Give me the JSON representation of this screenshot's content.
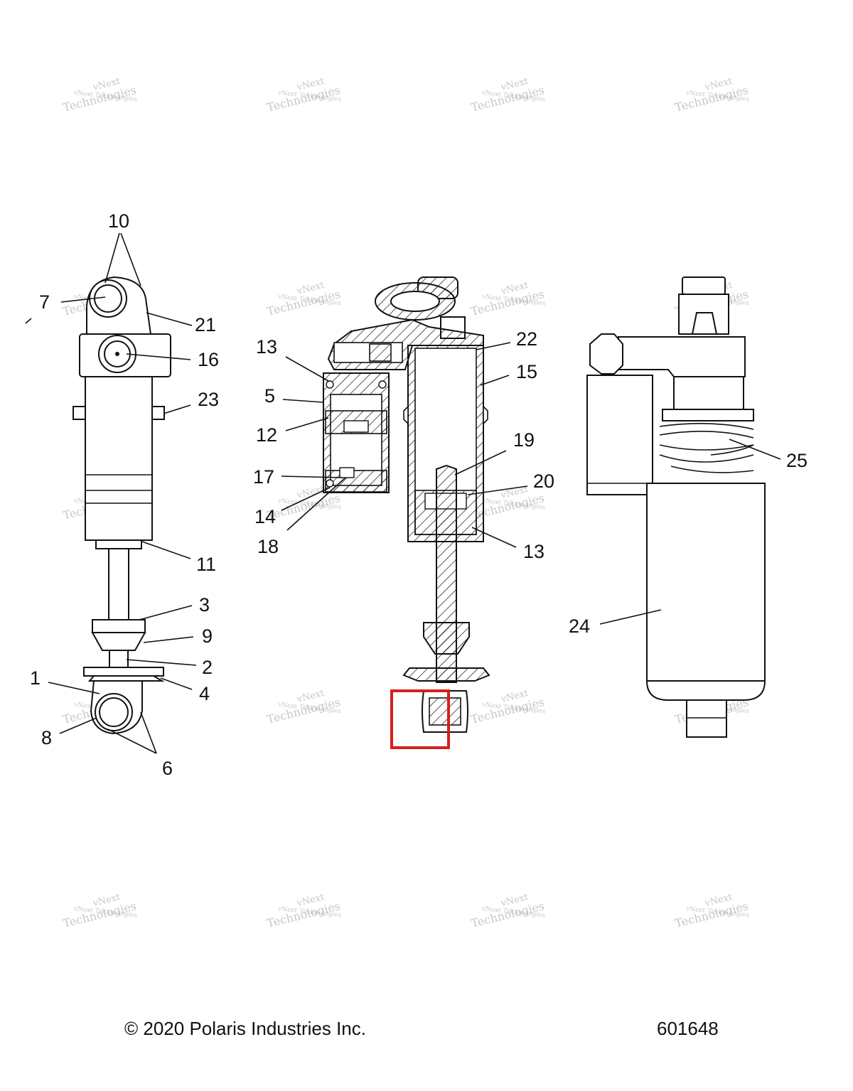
{
  "callouts": {
    "n1": "1",
    "n2": "2",
    "n3": "3",
    "n4": "4",
    "n5": "5",
    "n6": "6",
    "n7": "7",
    "n8": "8",
    "n9": "9",
    "n10": "10",
    "n11": "11",
    "n12": "12",
    "n13a": "13",
    "n13b": "13",
    "n14": "14",
    "n15": "15",
    "n16": "16",
    "n17": "17",
    "n18": "18",
    "n19": "19",
    "n20": "20",
    "n21": "21",
    "n22": "22",
    "n23": "23",
    "n24": "24",
    "n25": "25"
  },
  "watermark": {
    "line1": "vNext Technologies",
    "line2": "Technologies",
    "line3": "vNext"
  },
  "footer": {
    "copyright": "© 2020 Polaris Industries Inc.",
    "drawing_number": "601648"
  },
  "highlight": {
    "color": "#d81e1e"
  }
}
